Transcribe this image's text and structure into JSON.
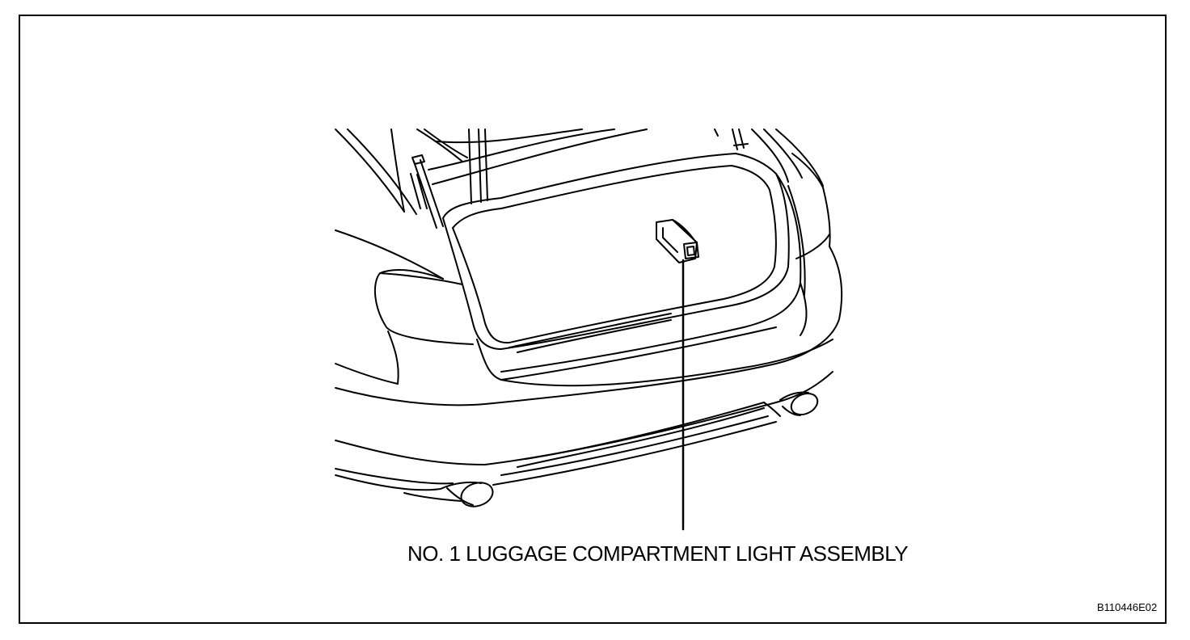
{
  "diagram": {
    "callout_label": "NO. 1 LUGGAGE COMPARTMENT LIGHT ASSEMBLY",
    "figure_code": "B110446E02",
    "stroke_color": "#000000",
    "background_color": "#ffffff",
    "icons": [
      "car-rear-trunk-open-illustration",
      "luggage-light-icon"
    ]
  }
}
